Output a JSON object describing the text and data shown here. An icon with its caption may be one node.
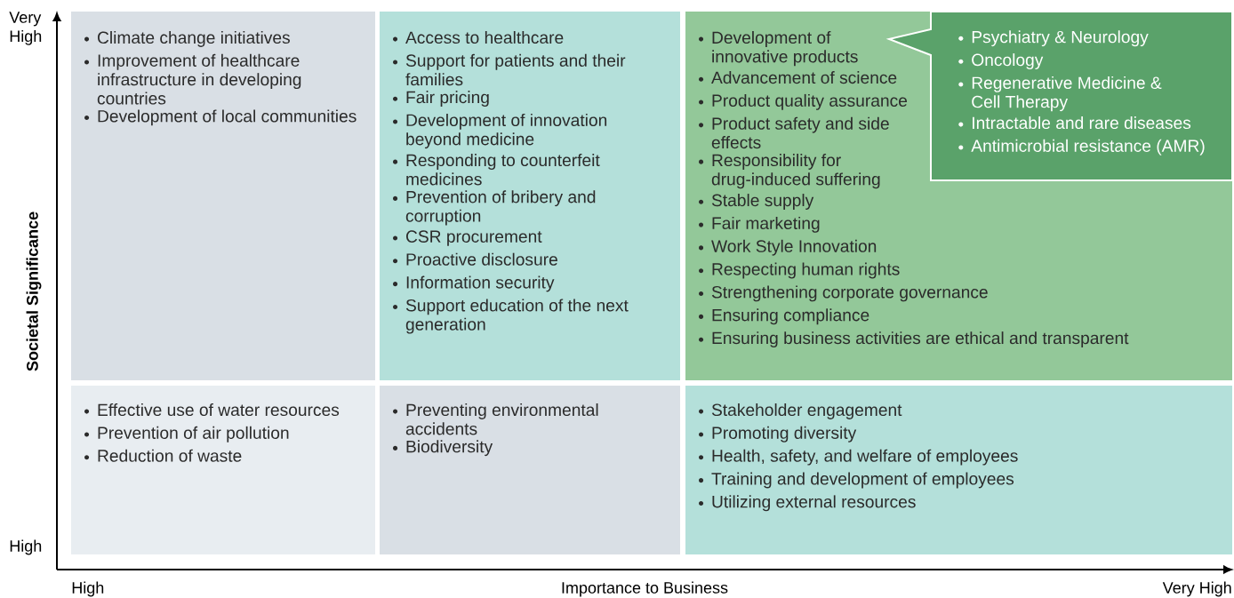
{
  "diagram": {
    "nodes": [
      {
        "text": [
          "Climate change initiatives",
          "Improvement of healthcare infrastructure in developing countries",
          "Development of local communities"
        ]
      },
      {
        "text": [
          "Access to healthcare",
          "Support for patients and their families",
          "Fair pricing",
          "Development of innovation beyond medicine",
          "Responding to counterfeit medicines",
          "Prevention of bribery and corruption",
          "CSR procurement",
          "Proactive disclosure",
          "Information security",
          "Support education of the next generation"
        ]
      },
      {
        "text": [
          "Development of innovative products",
          "Advancement of science",
          "Product quality assurance",
          "Product safety and side effects",
          "Responsibility for drug-induced suffering",
          "Stable supply",
          "Fair marketing",
          "Work Style Innovation",
          "Respecting human rights",
          "Strengthening corporate governance",
          "Ensuring compliance",
          "Ensuring business activities are ethical and transparent"
        ]
      },
      {
        "text": [
          "Effective use of water resources",
          "Prevention of air pollution",
          "Reduction of waste"
        ]
      },
      {
        "text": [
          "Preventing environmental accidents",
          "Biodiversity"
        ]
      },
      {
        "text": [
          "Stakeholder engagement",
          "Promoting diversity",
          "Health, safety, and welfare of employees",
          "Training and development of employees",
          "Utilizing external resources"
        ]
      },
      {
        "text": [
          "Psychiatry & Neurology",
          "Oncology",
          "Regenerative Medicine & Cell Therapy",
          "Intractable and rare diseases",
          "Antimicrobial resistance (AMR)"
        ],
        "in": 2
      }
    ],
    "labels": [
      "Very High",
      "High",
      "Societal Significance",
      "High",
      "Importance to Business",
      "Very High"
    ]
  }
}
